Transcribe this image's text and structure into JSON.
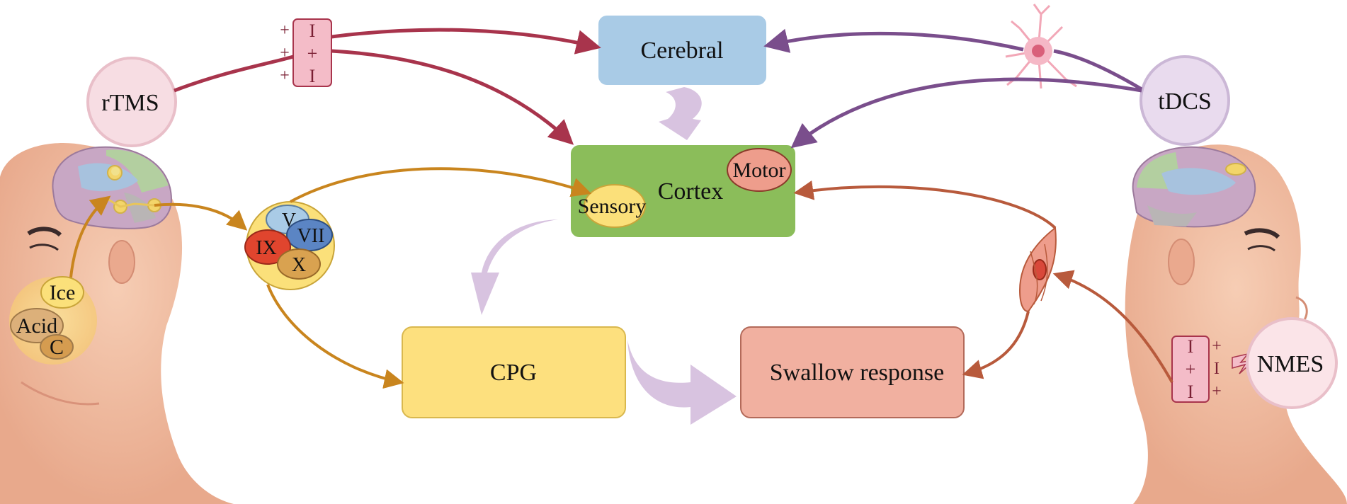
{
  "boxes": {
    "cerebral": "Cerebral",
    "cortex": "Cortex",
    "motor": "Motor",
    "sensory": "Sensory",
    "cpg": "CPG",
    "swallow_response": "Swallow response"
  },
  "stimulators": {
    "rtms": "rTMS",
    "tdcs": "tDCS",
    "nmes": "NMES"
  },
  "sensory_stimuli": {
    "ice": "Ice",
    "acid": "Acid",
    "c": "C"
  },
  "cranial_nerves": [
    "V",
    "VII",
    "IX",
    "X"
  ],
  "electrode_signs": {
    "rtms_outer": [
      "+",
      "+",
      "+"
    ],
    "rtms_inner": [
      "I",
      "+",
      "I"
    ],
    "nmes_inner": [
      "I",
      "+",
      "I"
    ],
    "nmes_outer": [
      "+",
      "I",
      "+"
    ]
  },
  "colors": {
    "cerebral_box": "#a9cbe6",
    "cortex_box": "#8bbd5a",
    "motor": "#ee9d8c",
    "sensory": "#fbe07a",
    "cpg_box": "#fde07e",
    "swallow_box": "#f1b0a0",
    "rtms_arrow": "#a8344c",
    "tdcs_arrow": "#7a4e8c",
    "sensory_arrow": "#c9851e",
    "nmes_arrow": "#b85a3c",
    "flow_arrow": "#d8c3e0",
    "skin": "#f2c2a8"
  }
}
